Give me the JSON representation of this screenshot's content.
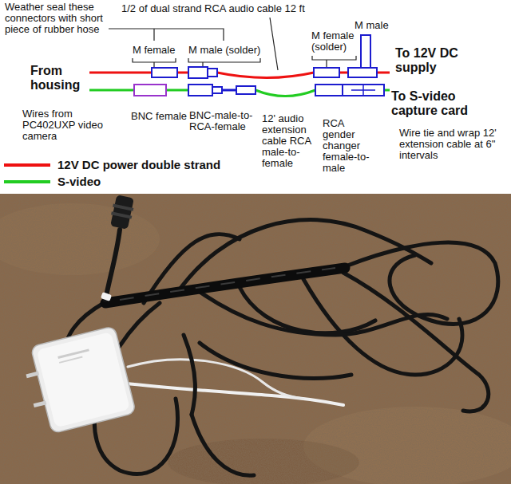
{
  "diagram": {
    "labels": [
      "1/2 of dual strand RCA audio cable 12 ft",
      "Weather seal these connectors with short piece of rubber hose",
      "M male",
      "M female (solder)",
      "M female",
      "M male (solder)",
      "To 12V DC supply",
      "From housing",
      "To S-video capture card",
      "Wires from PC402UXP video camera",
      "BNC female",
      "BNC-male-to-RCA-female",
      "12' audio extension cable RCA male-to-female",
      "RCA gender changer female-to-male",
      "Wire tie and wrap 12' extension cable at 6\" intervals"
    ],
    "legend": [
      {
        "text": "12V DC power double strand"
      },
      {
        "text": "S-video"
      }
    ]
  }
}
